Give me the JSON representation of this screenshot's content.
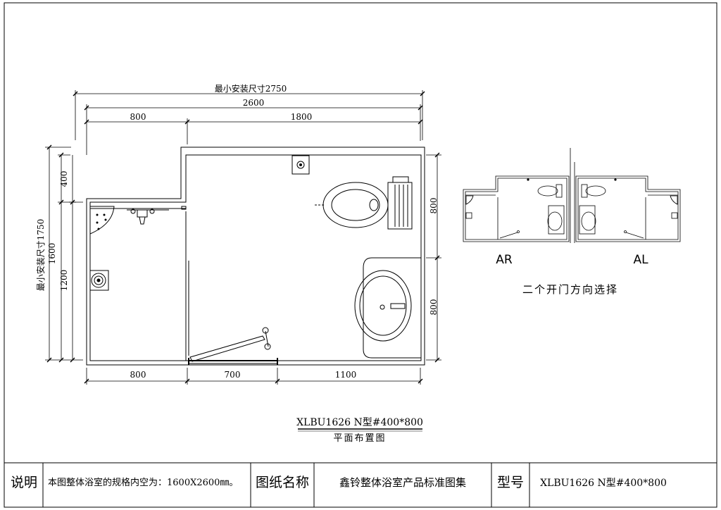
{
  "dimensions": {
    "min_install_width": "最小安装尺寸2750",
    "total_width": "2600",
    "top_left": "800",
    "top_right": "1800",
    "bottom_left": "800",
    "bottom_door": "700",
    "bottom_right": "1100",
    "right_upper": "800",
    "right_lower": "800",
    "min_install_height": "最小安装尺寸1750",
    "height_1600": "1600",
    "height_400": "400",
    "height_1200": "1200"
  },
  "variants": {
    "ar_label": "AR",
    "al_label": "AL",
    "caption": "二个开门方向选择"
  },
  "drawing": {
    "model_code": "XLBU1626 N型#400*800",
    "drawing_title": "平面布置图"
  },
  "title_block": {
    "note_label": "说明",
    "note_text": "本图整体浴室的规格内空为：1600X2600㎜。",
    "drawing_name_label": "图纸名称",
    "drawing_name_value": "鑫铃整体浴室产品标准图集",
    "model_label": "型号",
    "model_value": "XLBU1626 N型#400*800"
  }
}
